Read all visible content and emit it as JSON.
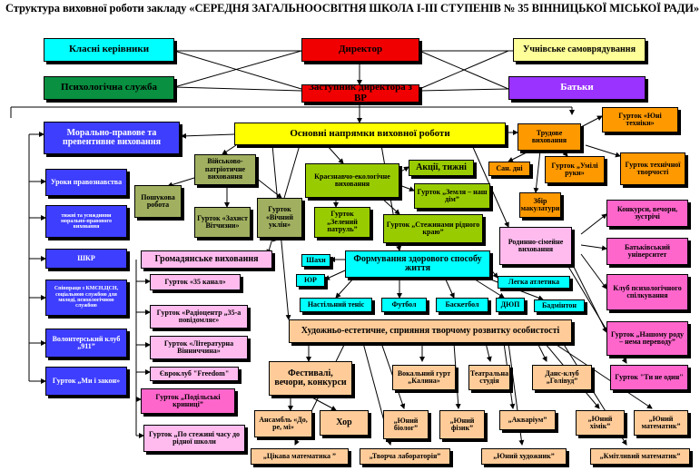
{
  "title": "Структура виховної роботи закладу «СЕРЕДНЯ ЗАГАЛЬНООСВІТНЯ ШКОЛА І-ІІІ СТУПЕНІВ № 35  ВІННИЦЬКОЇ МІСЬКОЇ РАДИ»",
  "top": {
    "class_leaders": "Класні керівники",
    "director": "Директор",
    "self_government": "Учнівське самоврядування",
    "psychology": "Психологічна служба",
    "deputy": "Заступник директора з ВР",
    "parents": "Батьки"
  },
  "main_directions": "Основні напрямки виховної роботи",
  "left_column": [
    "Морально-правове та превентивне виховання",
    "Уроки правознавства",
    "тижні та усиждинни морально-правового виховання",
    "ШКР",
    "Співпраця з КМСН,ЦСН, соціальною службою для молоді, психологічною службою",
    "Волонтерський клуб „911”",
    "Гурток „Ми і закон»"
  ],
  "military": {
    "header": "Військово-патріотичне виховання",
    "search": "Пошукова робота",
    "defend": "Гурток «Захист Вітчизни»",
    "eternal": "Гурток «Вічний уклін»"
  },
  "ecology": {
    "header": "Краєзнавчо-екологічне виховання",
    "actions": "Акції,   тижні",
    "earth": "Гурток „Земля – наш дім”",
    "green": "Гурток „Зелений патруль”",
    "paths": "Гурток „Стежинами рідного краю”"
  },
  "labor": {
    "header": "Трудове виховання",
    "young_tech": "Гурток «Юні техніки»",
    "days": "Сан. дні",
    "skillful": "Гурток „Умілі руки»",
    "tech_creativity": "Гурток технічної творчості",
    "waste": "Збір макулатури"
  },
  "family": {
    "header": "Родинно-сімейне виховання",
    "contests": "Конкурси, вечори, зустрічі",
    "university": "Батьківський університет",
    "psych_club": "Клуб психологічного спілкування",
    "our_family": "Гурток „Нашому роду – нема переводу”",
    "you_not_alone": "Гурток \"Ти не один\""
  },
  "civic": {
    "header": "Громадянське виховання",
    "items": [
      "Гурток «35 канал»",
      "Гурток «Радіоцентр „35-а повідомляє»",
      "Гурток «Літературна Вінниччина»",
      "Єврoклуб \"Freedom\"",
      "Гурток „Подільські криниці”",
      "Гурток „По стежині часу до рідної школи"
    ]
  },
  "health": {
    "header": "Формування здорового способу життя",
    "chess": "Шахи",
    "yur": "ЮР",
    "athletics": "Легка атлетика",
    "table_tennis": "Настільний теніс",
    "football": "Футбол",
    "basketball": "Баскетбол",
    "dyup": "ДЮП",
    "badminton": "Бадмінтон"
  },
  "arts": {
    "header": "Художньо-естетичне, сприяння творчому розвитку особистості",
    "festivals": "Фестивалі, вечори, конкурси",
    "vocal": "Вокальний гурт „Калина»",
    "theatre": "Театральна студія",
    "dance": "Данс-клуб „Голівуд”",
    "ensemble": "Ансамбль «До, ре, мі»",
    "choir": "Хор",
    "young_bio": "„Юний біолог”",
    "young_phys": "„Юний фізик”",
    "aquarium": "„Акваріум”",
    "young_chem": "„Юний хімік”",
    "young_math": "„Юний математик”",
    "fun_math": "„Цікава математика ”",
    "creative_lab": "„Творча лабораторія”",
    "young_artist": "„Юний художник”",
    "clever_math": "„Кмітливий математик”"
  }
}
